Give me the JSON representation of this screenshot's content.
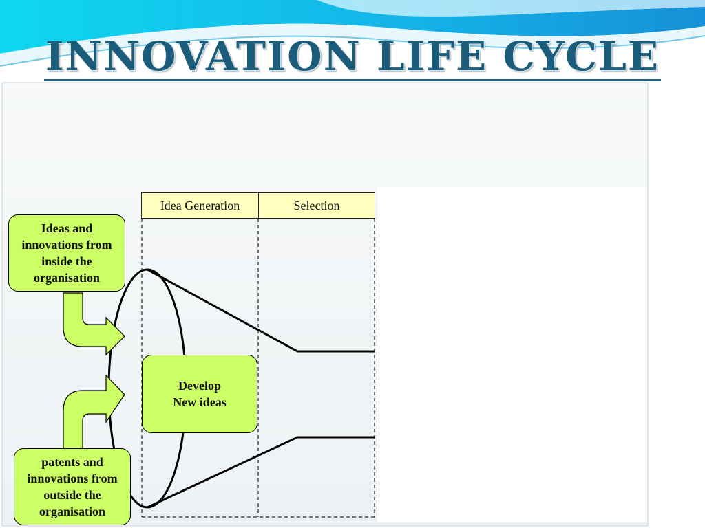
{
  "title": "INNOVATION LIFE CYCLE",
  "table": {
    "headers": [
      "Idea Generation",
      "Selection"
    ]
  },
  "boxes": {
    "inside": "Ideas and innovations from inside the organisation",
    "outside": "patents and innovations from outside the organisation",
    "develop": "Develop New ideas"
  },
  "colors": {
    "title": "#1a5c7a",
    "box_fill": "#ccff66",
    "header_fill": "#ffffbf",
    "sky": "#18b0e0"
  }
}
